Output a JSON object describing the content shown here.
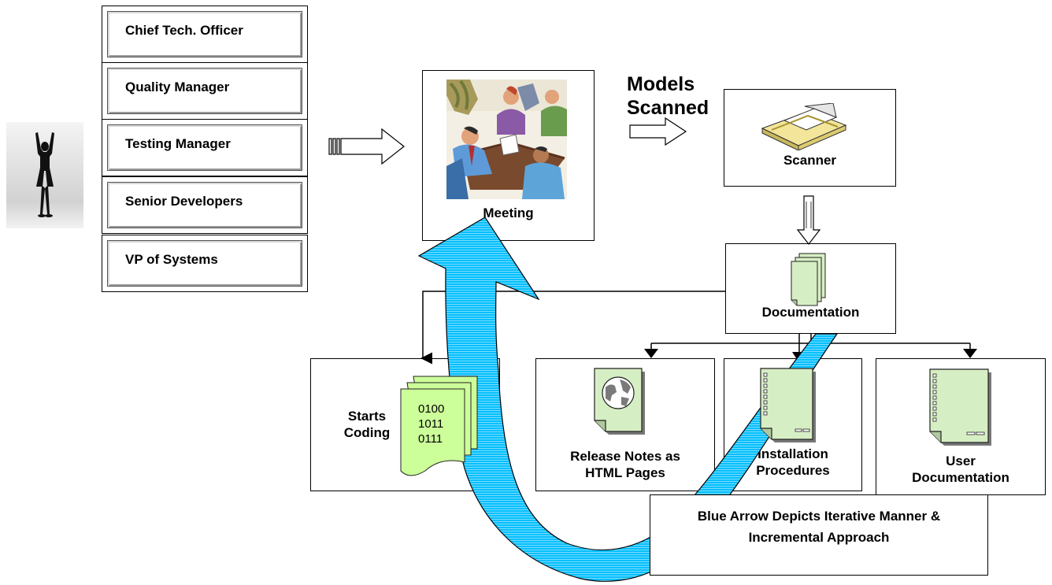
{
  "roles": [
    "Chief Tech. Officer",
    "Quality Manager",
    "Testing Manager",
    "Senior Developers",
    "VP of Systems"
  ],
  "labels": {
    "meeting": "Meeting",
    "models_scanned": "Models\nScanned",
    "scanner": "Scanner",
    "documentation": "Documentation",
    "starts_coding": "Starts\nCoding",
    "binary": "0100\n1011\n0111",
    "release_notes": "Release Notes as\nHTML Pages",
    "installation": "Installation\nProcedures",
    "user_doc": "User\nDocumentation",
    "note": "Blue Arrow Depicts Iterative Manner &\nIncremental Approach"
  },
  "colors": {
    "iteration_arrow": "#00bfff",
    "document_fill": "#d6eec4",
    "binary_doc_fill": "#ccff99"
  }
}
